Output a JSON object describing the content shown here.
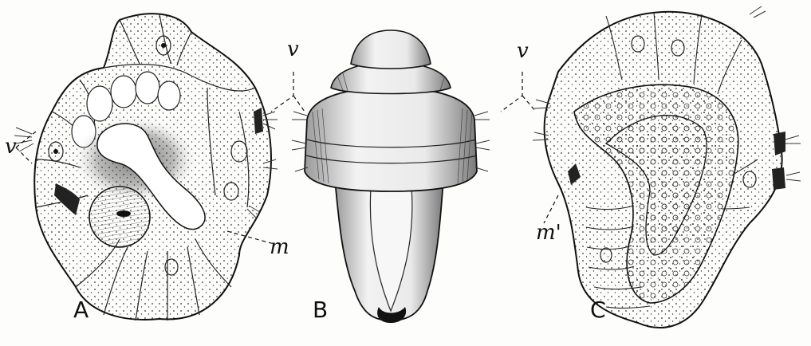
{
  "figure": {
    "panels": [
      {
        "id": "A",
        "label": "A"
      },
      {
        "id": "B",
        "label": "B"
      },
      {
        "id": "C",
        "label": "C"
      }
    ],
    "annotations": {
      "v_left": "v",
      "v_mid": "v",
      "v_right": "v",
      "m_A": "m",
      "m_C": "m'"
    }
  }
}
